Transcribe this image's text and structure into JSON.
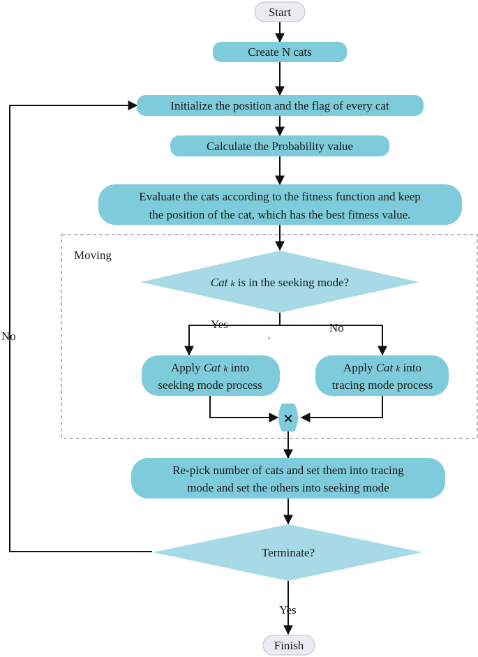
{
  "colors": {
    "process_fill": "#7ecbdb",
    "decision_fill": "#a7dae6",
    "terminal_fill": "#ecebf2",
    "terminal_stroke": "#c9c8d0",
    "edge": "#111111",
    "group_border": "#8a8a8a"
  },
  "nodes": {
    "start": "Start",
    "create": "Create N cats",
    "initialize": "Initialize the position and the flag of every cat",
    "calculate": "Calculate the Probability value",
    "evaluate_line1": "Evaluate the cats according to the fitness function and keep",
    "evaluate_line2": "the position of the cat, which has the best fitness value.",
    "decision_seek_pre": "Cat",
    "decision_seek_k": "k",
    "decision_seek_post": "is in the seeking mode?",
    "seek_line1_pre": "Apply",
    "seek_line1_cat": "Cat",
    "seek_line1_k": "k",
    "seek_line1_post": "into",
    "seek_line2": "seeking mode process",
    "trace_line1_pre": "Apply",
    "trace_line1_cat": "Cat",
    "trace_line1_k": "k",
    "trace_line1_post": "into",
    "trace_line2": "tracing mode process",
    "merge": "×",
    "repick_line1": "Re-pick number of cats and set them into tracing",
    "repick_line2": "mode and set the others into seeking mode",
    "terminate": "Terminate?",
    "finish": "Finish"
  },
  "group_label": "Moving",
  "edge_labels": {
    "yes_branch": "Yes",
    "no_branch": "No",
    "loop_no": "No",
    "yes_finish": "Yes",
    "stray": "n"
  }
}
